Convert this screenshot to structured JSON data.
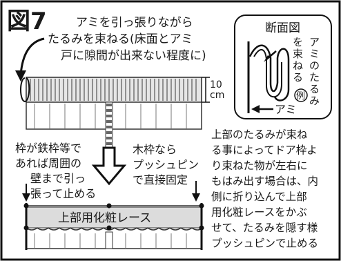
{
  "figure": {
    "label": "図7"
  },
  "top_caption": {
    "lines": [
      "アミを引っ張りながら",
      "たるみを束ねる(床面とアミ",
      "戸に隙間が出来ない程度に)"
    ]
  },
  "dimension": {
    "value": "10",
    "unit": "cm"
  },
  "cross_section": {
    "title": "断面図",
    "vertical_label": [
      "ア",
      "ミ",
      "の",
      "た",
      "る",
      "み"
    ],
    "vertical_label2": [
      "を",
      "束",
      "ね",
      "る"
    ],
    "example_mark": "例",
    "arrow_label": "アミ"
  },
  "left_note": {
    "lines": [
      "枠が鉄枠等で",
      "あれば周囲の",
      "壁まで引っ",
      "張って止める"
    ]
  },
  "middle_note": {
    "lines": [
      "木枠なら",
      "プッシュピン",
      "で直接固定"
    ]
  },
  "right_text": {
    "lines": [
      "上部のたるみが束ね",
      "る事によってドア枠よ",
      "り束ねた物が左右に",
      "もはみ出す場合は、内",
      "側に折り込んで上部",
      "用化粧レースをかぶ",
      "せて、たるみを隠す様",
      "プッシュピンで止める"
    ]
  },
  "bottom_lace": {
    "label": "上部用化粧レース"
  }
}
